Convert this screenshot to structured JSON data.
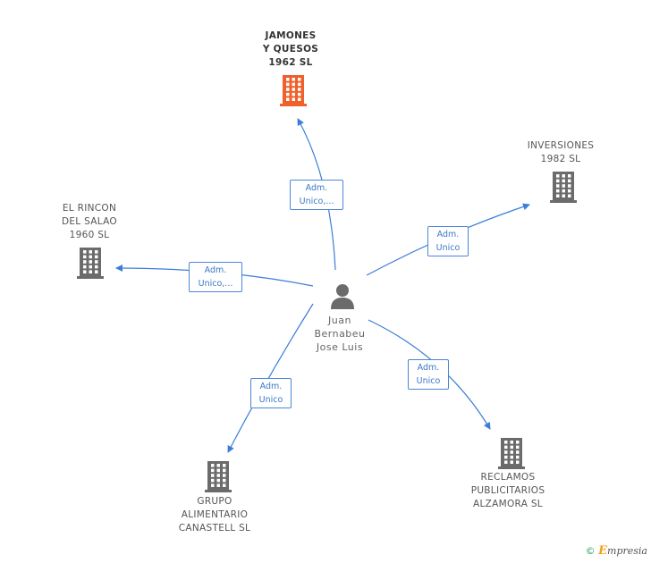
{
  "center": {
    "name": "Juan\nBernabeu\nJose Luis"
  },
  "companies": [
    {
      "id": "jamones",
      "name": "JAMONES\nY QUESOS\n1962  SL",
      "highlight": true,
      "relation": "Adm.\nUnico,..."
    },
    {
      "id": "inversiones",
      "name": "INVERSIONES\n1982  SL",
      "highlight": false,
      "relation": "Adm.\nUnico"
    },
    {
      "id": "rincon",
      "name": "EL RINCON\nDEL SALAO\n1960 SL",
      "highlight": false,
      "relation": "Adm.\nUnico,..."
    },
    {
      "id": "grupo",
      "name": "GRUPO\nALIMENTARIO\nCANASTELL SL",
      "highlight": false,
      "relation": "Adm.\nUnico"
    },
    {
      "id": "reclamos",
      "name": "RECLAMOS\nPUBLICITARIOS\nALZAMORA SL",
      "highlight": false,
      "relation": "Adm.\nUnico"
    }
  ],
  "colors": {
    "edge": "#3b7dd8",
    "building": "#6b6b6b",
    "building_highlight": "#f0602a",
    "person": "#666666"
  },
  "footer": {
    "copyright": "©",
    "brand_initial": "E",
    "brand_rest": "mpresia"
  }
}
